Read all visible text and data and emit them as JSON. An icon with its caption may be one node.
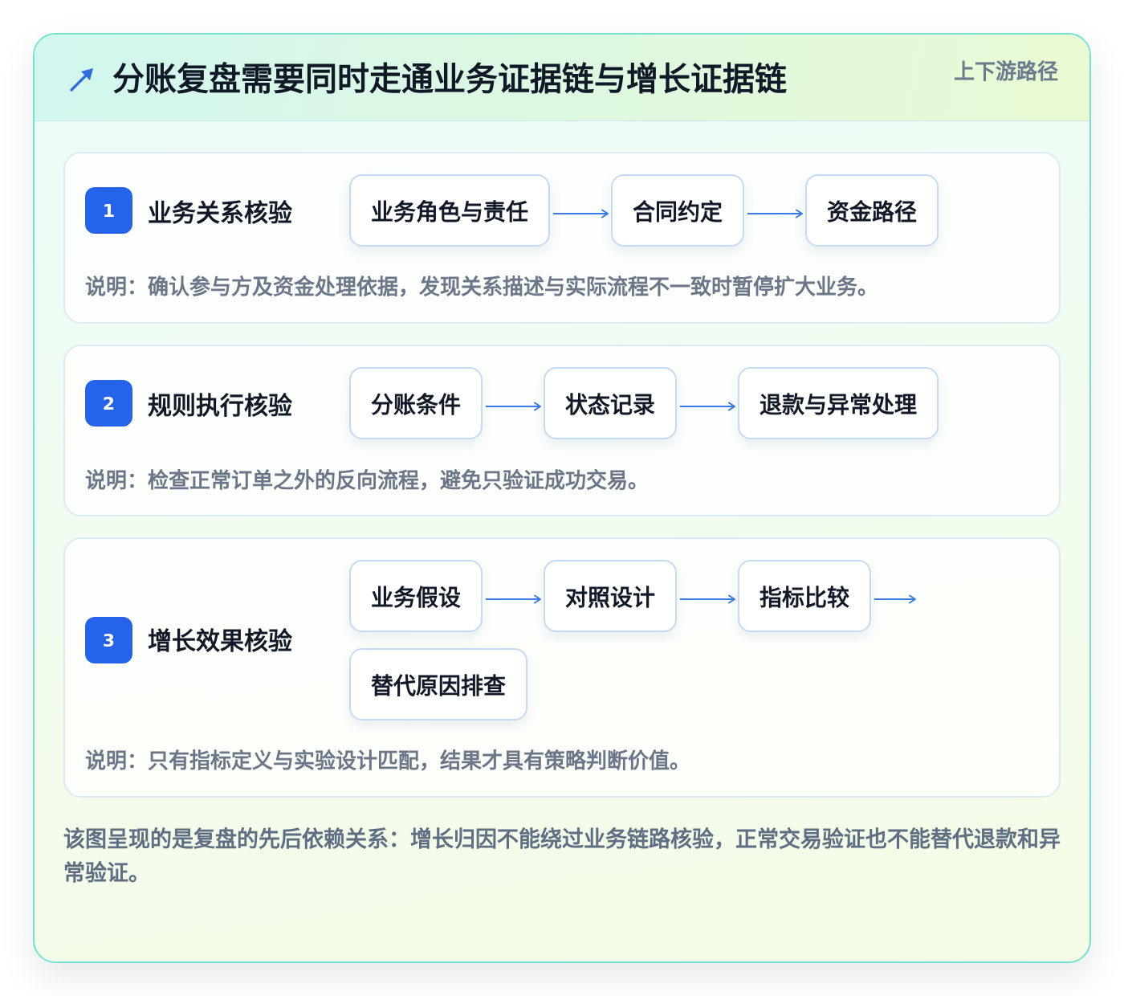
{
  "diagram": {
    "title": "分账复盘需要同时走通业务证据链与增长证据链",
    "caption": "该图呈现的是复盘的先后依赖关系：增长归因不能绕过业务链路核验，正常交易验证也不能替代退款和异常验证。",
    "labels": [
      "上下游路径"
    ],
    "nodes": [
      {
        "text": [
          "业务关系核验",
          "说明：确认参与方及资金处理依据，发现关系描述与实际流程不一致时暂停扩大业务。"
        ]
      },
      {
        "text": [
          "1"
        ],
        "in": 0
      },
      {
        "text": [
          "业务角色与责任"
        ],
        "in": 0
      },
      {
        "text": [
          "合同约定"
        ],
        "in": 0
      },
      {
        "text": [
          "资金路径"
        ],
        "in": 0
      },
      {
        "text": [
          "规则执行核验",
          "说明：检查正常订单之外的反向流程，避免只验证成功交易。"
        ]
      },
      {
        "text": [
          "2"
        ],
        "in": 5
      },
      {
        "text": [
          "分账条件"
        ],
        "in": 5
      },
      {
        "text": [
          "状态记录"
        ],
        "in": 5
      },
      {
        "text": [
          "退款与异常处理"
        ],
        "in": 5
      },
      {
        "text": [
          "增长效果核验",
          "说明：只有指标定义与实验设计匹配，结果才具有策略判断价值。"
        ]
      },
      {
        "text": [
          "3"
        ],
        "in": 10
      },
      {
        "text": [
          "业务假设"
        ],
        "in": 10
      },
      {
        "text": [
          "对照设计"
        ],
        "in": 10
      },
      {
        "text": [
          "指标比较"
        ],
        "in": 10
      },
      {
        "text": [
          "替代原因排查"
        ],
        "in": 10
      }
    ],
    "edges": [
      {
        "from": 2,
        "to": 3,
        "arrow": "to"
      },
      {
        "from": 3,
        "to": 4,
        "arrow": "to"
      },
      {
        "from": 7,
        "to": 8,
        "arrow": "to"
      },
      {
        "from": 8,
        "to": 9,
        "arrow": "to"
      },
      {
        "from": 12,
        "to": 13,
        "arrow": "to"
      },
      {
        "from": 13,
        "to": 14,
        "arrow": "to"
      },
      {
        "from": 14,
        "to": null,
        "arrow": "to"
      }
    ]
  }
}
